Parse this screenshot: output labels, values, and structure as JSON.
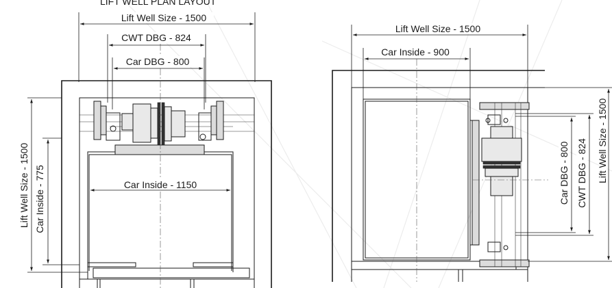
{
  "diagram": {
    "header": "LIFT WELL PLAN LAYOUT",
    "left_plan": {
      "dimensions": {
        "well_width": "Lift Well Size - 1500",
        "cwt_dbg": "CWT DBG - 824",
        "car_dbg": "Car DBG - 800",
        "car_inside_width": "Car Inside - 1150",
        "well_depth": "Lift Well Size - 1500",
        "car_inside_depth": "Car Inside - 775"
      }
    },
    "right_plan": {
      "dimensions": {
        "well_width": "Lift Well Size - 1500",
        "car_inside_width": "Car Inside - 900",
        "car_dbg": "Car DBG - 800",
        "cwt_dbg": "CWT DBG - 824",
        "well_depth": "Lift Well Size - 1500"
      }
    }
  }
}
